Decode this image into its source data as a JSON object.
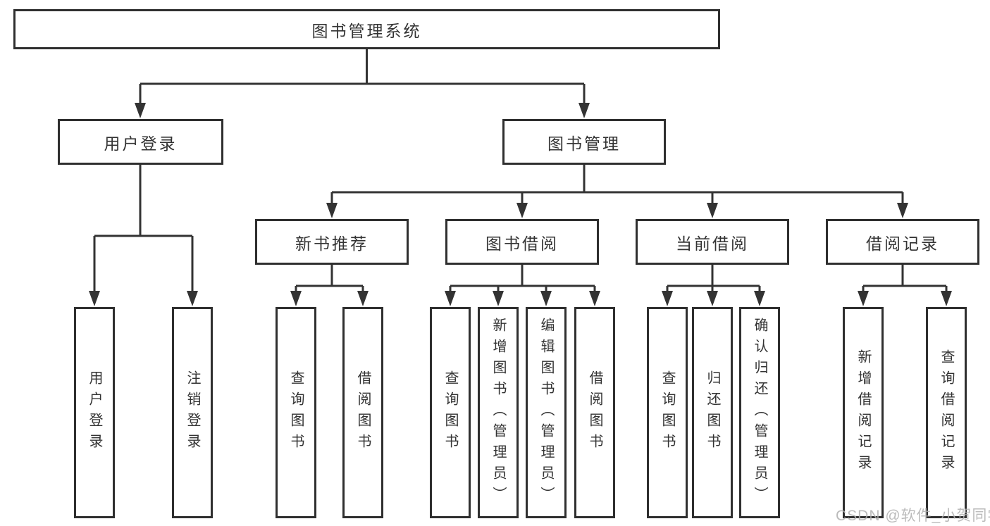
{
  "root": {
    "label": "图书管理系统"
  },
  "level2": [
    {
      "label": "用户登录"
    },
    {
      "label": "图书管理"
    }
  ],
  "level3": [
    {
      "label": "新书推荐"
    },
    {
      "label": "图书借阅"
    },
    {
      "label": "当前借阅"
    },
    {
      "label": "借阅记录"
    }
  ],
  "leaves": [
    "用户登录",
    "注销登录",
    "查询图书",
    "借阅图书",
    "查询图书",
    "新增图书（管理员）",
    "编辑图书（管理员）",
    "借阅图书",
    "查询图书",
    "归还图书",
    "确认归还（管理员）",
    "新增借阅记录",
    "查询借阅记录"
  ],
  "watermark": "CSDN @软件_小贺同学",
  "colors": {
    "line": "#333333",
    "border": "#2f2f2f",
    "text": "#333333",
    "watermark": "#b0b0b0",
    "background": "#ffffff"
  }
}
